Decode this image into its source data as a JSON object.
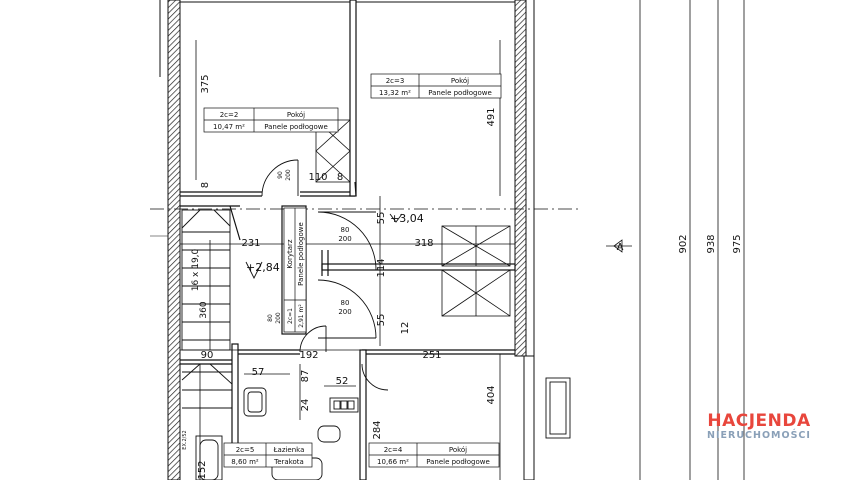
{
  "rooms": [
    {
      "id": "2c=2",
      "name": "Pokój",
      "area": "10,47 m²",
      "finish": "Panele podłogowe"
    },
    {
      "id": "2c=3",
      "name": "Pokój",
      "area": "13,32 m²",
      "finish": "Panele podłogowe"
    },
    {
      "id": "2c=5",
      "name": "Łazienka",
      "area": "8,60 m²",
      "finish": "Terakota"
    },
    {
      "id": "2c=4",
      "name": "Pokój",
      "area": "10,66 m²",
      "finish": "Panele podłogowe"
    },
    {
      "id": "2c=1",
      "name": "Korytarz",
      "area": "2,91 m²",
      "finish": "Panele podłogowe"
    }
  ],
  "dims": {
    "d375": "375",
    "d491": "491",
    "d110": "110",
    "d8a": "8",
    "d8b": "8",
    "d231": "231",
    "d318": "318",
    "d55a": "55",
    "d55b": "55",
    "d114": "114",
    "d12": "12",
    "d90": "90",
    "d192": "192",
    "d251": "251",
    "d57": "57",
    "d87": "87",
    "d52": "52",
    "d24": "24",
    "d284": "284",
    "d404": "404",
    "d152": "152",
    "d360": "360",
    "d902": "902",
    "d938": "938",
    "d975": "975",
    "door_top": "80",
    "door_bottom": "200",
    "door2_top": "80",
    "door2_bottom": "200",
    "door3_top": "90",
    "door3_bottom": "200",
    "door4_top": "80",
    "door4_bottom": "200",
    "door5": "80"
  },
  "levels": {
    "a": "+3,04",
    "b": "+2,84"
  },
  "stairs": "16 x 19,0",
  "section_mark": "A",
  "small_label": "EX.2/52",
  "watermark": {
    "main": "HACJENDA",
    "sub": "NIERUCHOMOŚCI"
  }
}
